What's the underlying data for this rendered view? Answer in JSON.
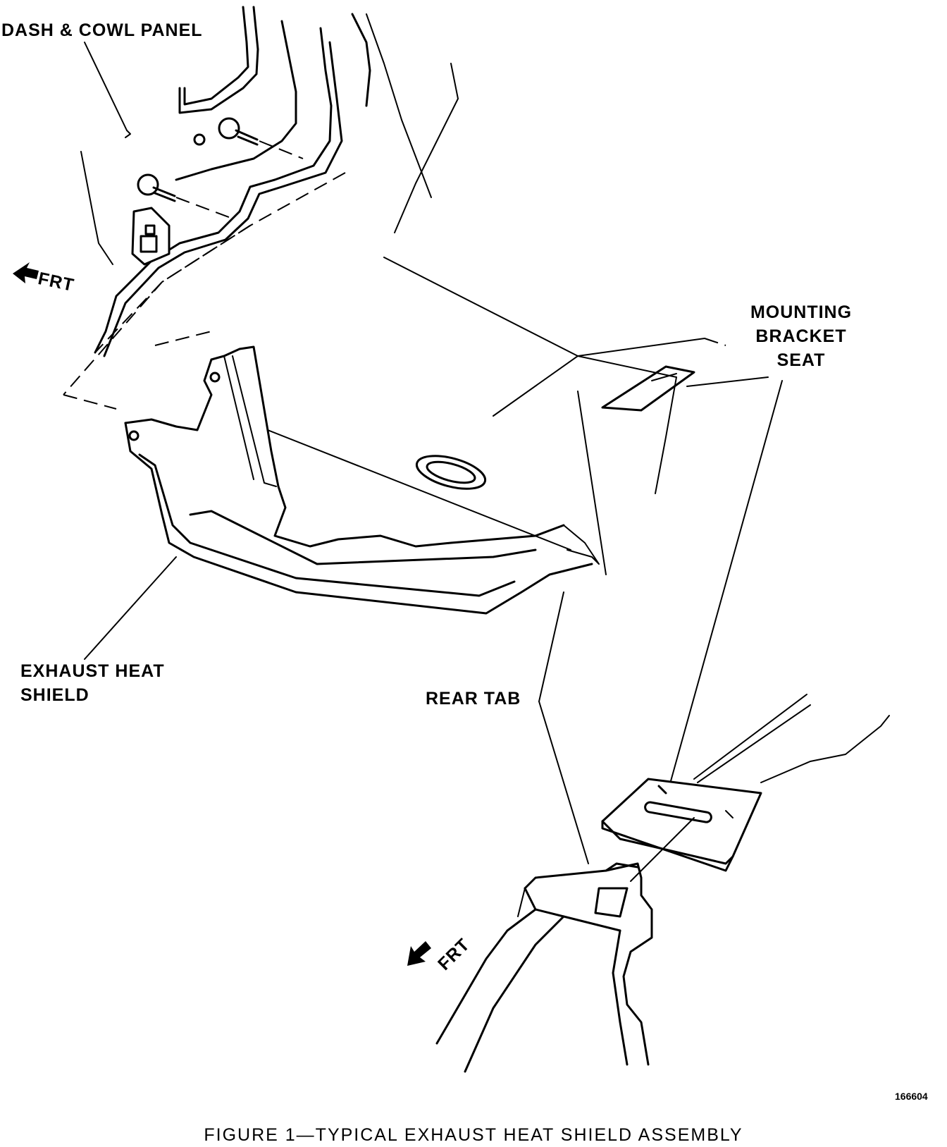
{
  "labels": {
    "dash_cowl_panel": "DASH & COWL PANEL",
    "frt_top": "FRT",
    "mounting_bracket_seat": [
      "MOUNTING",
      "BRACKET",
      "SEAT"
    ],
    "exhaust_heat_shield": [
      "EXHAUST HEAT",
      "SHIELD"
    ],
    "rear_tab": "REAR TAB",
    "frt_bottom": "FRT",
    "figure_number": "166604",
    "caption": "FIGURE 1—TYPICAL EXHAUST HEAT SHIELD ASSEMBLY"
  },
  "icons": [
    "front-arrow-icon",
    "bolt-icon",
    "bracket-icon"
  ]
}
